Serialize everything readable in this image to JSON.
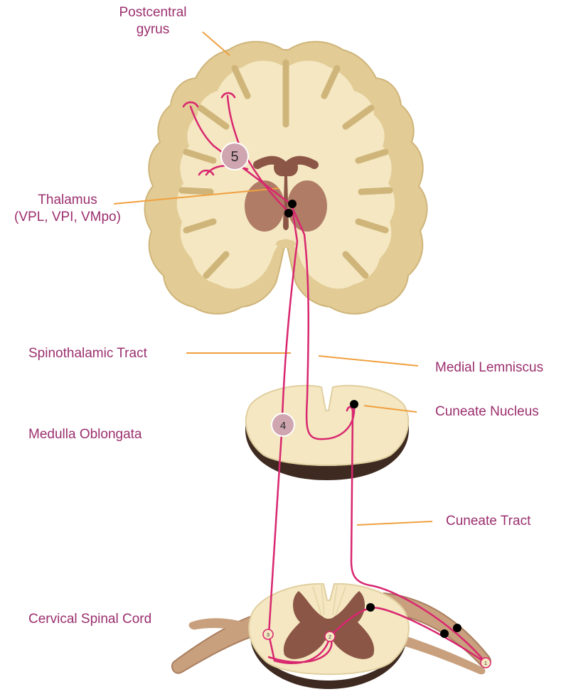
{
  "labels": {
    "postcentral_line1": "Postcentral",
    "postcentral_line2": "gyrus",
    "thalamus_line1": "Thalamus",
    "thalamus_line2": "(VPL, VPI, VMpo)",
    "spinothalamic": "Spinothalamic Tract",
    "medial_lemniscus": "Medial Lemniscus",
    "cuneate_nucleus": "Cuneate Nucleus",
    "medulla": "Medulla Oblongata",
    "cuneate_tract": "Cuneate Tract",
    "cervical": "Cervical Spinal Cord"
  },
  "markers": {
    "five": "5",
    "four": "4",
    "three": "3",
    "two": "2",
    "one": "1"
  },
  "colors": {
    "label_text": "#9b2f6e",
    "leader_line": "#f0a040",
    "pathway": "#d8266f",
    "white_matter": "#f4e7c1",
    "gray_matter": "#e2cb95",
    "deep_structure": "#8c5646",
    "marker_fill": "#cfa5b0"
  }
}
